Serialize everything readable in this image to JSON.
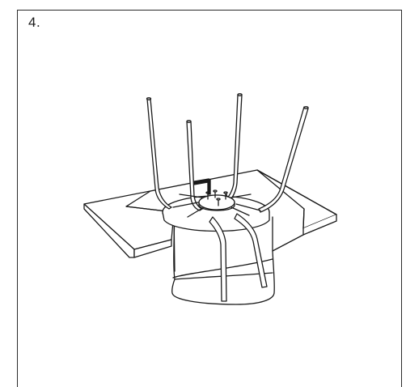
{
  "step": {
    "number_label": "4."
  },
  "colors": {
    "line": "#1a1a1a",
    "background": "#ffffff",
    "frame": "#2b2b2b"
  },
  "illustration": {
    "subject": "upturned-stool-on-table-assembly",
    "leg_count": 4,
    "screw_count": 4,
    "tool": "allen-key"
  }
}
